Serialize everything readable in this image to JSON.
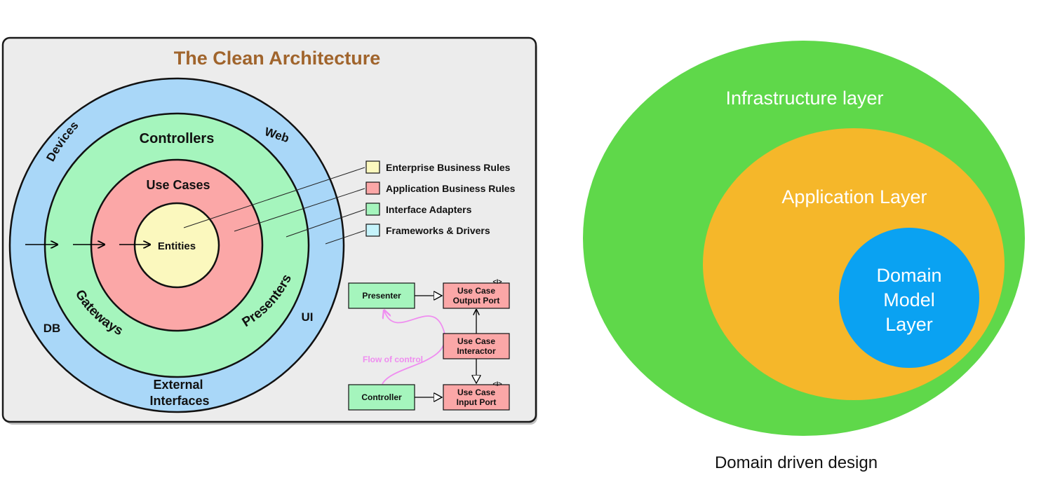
{
  "clean_architecture": {
    "title": "The Clean Architecture",
    "rings": {
      "outer": [
        "Devices",
        "Web",
        "DB",
        "UI",
        "External",
        "Interfaces"
      ],
      "adapters": [
        "Controllers",
        "Gateways",
        "Presenters"
      ],
      "use_cases": "Use Cases",
      "entities": "Entities"
    },
    "legend": [
      {
        "label": "Enterprise Business Rules",
        "color": "#fbf8be"
      },
      {
        "label": "Application Business Rules",
        "color": "#fba7a7"
      },
      {
        "label": "Interface Adapters",
        "color": "#a5f5bd"
      },
      {
        "label": "Frameworks & Drivers",
        "color": "#c5f3fb"
      }
    ],
    "flow": {
      "presenter": "Presenter",
      "output_port": [
        "Use Case",
        "Output Port"
      ],
      "interactor": [
        "Use Case",
        "Interactor"
      ],
      "controller": "Controller",
      "input_port": [
        "Use Case",
        "Input Port"
      ],
      "interface_marker": "<I>",
      "flow_label": "Flow of control"
    },
    "colors": {
      "outer": "#a9d7f8",
      "adapters": "#a5f5bd",
      "use_cases": "#fba7a7",
      "entities": "#fbf8be",
      "title": "#a0642c",
      "flow": "#ef8df0"
    }
  },
  "ddd": {
    "infrastructure": "Infrastructure layer",
    "application": "Application Layer",
    "domain": [
      "Domain",
      "Model",
      "Layer"
    ],
    "caption": "Domain driven design",
    "colors": {
      "infrastructure": "#5fd84a",
      "application": "#f5b72a",
      "domain": "#0aa2f2"
    }
  }
}
